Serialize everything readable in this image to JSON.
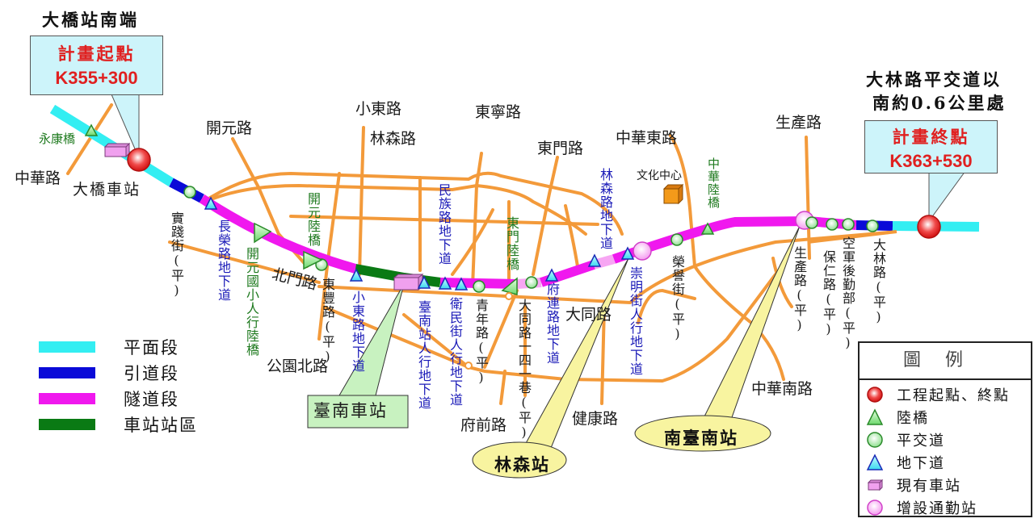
{
  "start": {
    "heading": "大橋站南端",
    "label": "計畫起點",
    "chainage": "K355+300"
  },
  "end": {
    "heading_line1": "大林路平交道以",
    "heading_line2": "南約0.6公里處",
    "label": "計畫終點",
    "chainage": "K363+530"
  },
  "roads": {
    "zhonghua_rd": "中華路",
    "kaiyuan_rd": "開元路",
    "xiaodong_rd": "小東路",
    "linsen_rd": "林森路",
    "dongning_rd": "東寧路",
    "dongmen_rd": "東門路",
    "zhonghua_east_rd": "中華東路",
    "shengchan_rd": "生產路",
    "beimen_rd": "北門路",
    "gongyuan_north_rd": "公園北路",
    "datong_rd": "大同路",
    "fuqian_rd": "府前路",
    "jiankang_rd": "健康路",
    "zhonghua_south_rd": "中華南路"
  },
  "places": {
    "daqiao_station": "大橋車站",
    "culture_center": "文化中心",
    "tainan_station": "臺南車站",
    "linsen_station": "林森站",
    "south_tainan_station": "南臺南站"
  },
  "crossings": {
    "yongkang_bridge": "永康橋",
    "shijian_st": "實踐街(平)",
    "changrong_underpass": "長榮路地下道",
    "kaiyuan_elem_footbridge": "開元國小人行陸橋",
    "kaiyuan_bridge": "開元陸橋",
    "dongfeng_rd": "東豐路(平)",
    "xiaodong_underpass": "小東路地下道",
    "tainan_ped_underpass": "臺南站人行地下道",
    "minzu_underpass": "民族路地下道",
    "weimin_ped_underpass": "衛民街人行地下道",
    "qingnian_rd": "青年路(平)",
    "dongmen_bridge": "東門陸橋",
    "datong_lane141": "大同路一四一巷(平)",
    "fulian_underpass": "府連路地下道",
    "linsen_underpass": "林森路地下道",
    "chongming_ped_underpass": "崇明街人行地下道",
    "rongyu_st": "榮譽街(平)",
    "zhonghua_bridge": "中華陸橋",
    "shengchan_rd_crossing": "生產路(平)",
    "baoren_rd": "保仁路(平)",
    "airforce_logistics": "空軍後勤部(平)",
    "dalin_rd": "大林路(平)"
  },
  "line_legend": [
    {
      "label": "平面段",
      "color": "#33eef2"
    },
    {
      "label": "引道段",
      "color": "#0a0ad8"
    },
    {
      "label": "隧道段",
      "color": "#f018ee"
    },
    {
      "label": "車站站區",
      "color": "#0a7a14"
    }
  ],
  "symbol_legend": {
    "title": "圖例",
    "items": [
      {
        "label": "工程起點、終點",
        "icon": "red-circle-icon"
      },
      {
        "label": "陸橋",
        "icon": "green-triangle-icon"
      },
      {
        "label": "平交道",
        "icon": "green-circle-icon"
      },
      {
        "label": "地下道",
        "icon": "blue-triangle-icon"
      },
      {
        "label": "現有車站",
        "icon": "pink-box-icon"
      },
      {
        "label": "增設通勤站",
        "icon": "pink-circle-icon"
      }
    ]
  },
  "colors": {
    "road": "#f39a3a",
    "at_grade": "#33eef2",
    "approach": "#0a0ad8",
    "tunnel": "#f018ee",
    "station_area": "#0a7a14",
    "callout_bg": "#cdf4fa",
    "bubble_yellow": "#f8f4a0",
    "station_box_green": "#c8f2c0"
  }
}
